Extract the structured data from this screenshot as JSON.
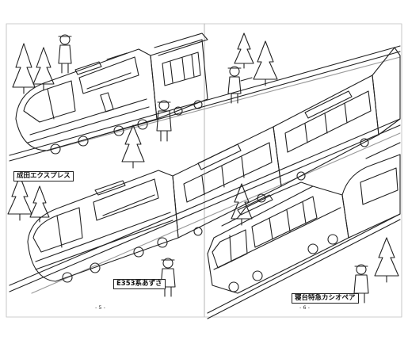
{
  "labels": {
    "narita_express": "成田エクスプレス",
    "e353_azusa": "E353系あずさ",
    "cassiopeia": "寝台特急カシオペア"
  },
  "page_numbers": {
    "left": "- 5 -",
    "right": "- 6 -"
  }
}
